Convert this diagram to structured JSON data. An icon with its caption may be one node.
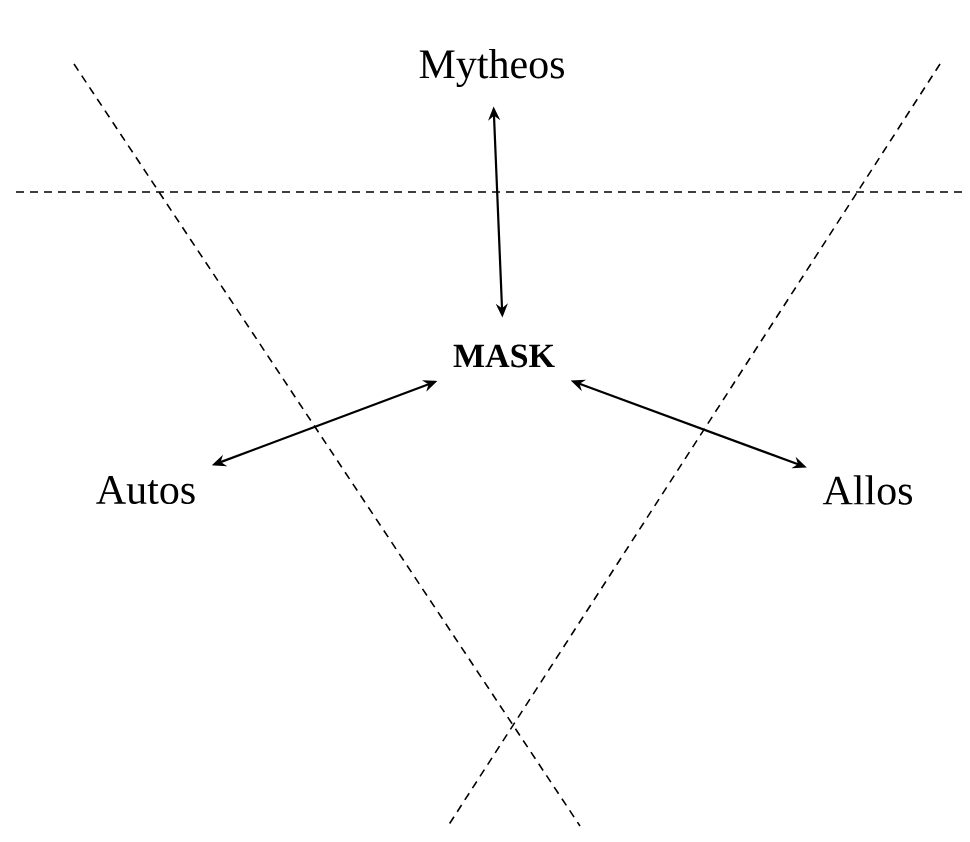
{
  "diagram": {
    "nodes": [
      {
        "text": [
          "Mytheos"
        ]
      },
      {
        "text": [
          "MASK"
        ]
      },
      {
        "text": [
          "Autos"
        ]
      },
      {
        "text": [
          "Allos"
        ]
      }
    ],
    "edges": [
      {
        "from": 0,
        "to": 1,
        "arrow": "both"
      },
      {
        "from": 2,
        "to": 1,
        "arrow": "both"
      },
      {
        "from": 3,
        "to": 1,
        "arrow": "both"
      }
    ]
  }
}
